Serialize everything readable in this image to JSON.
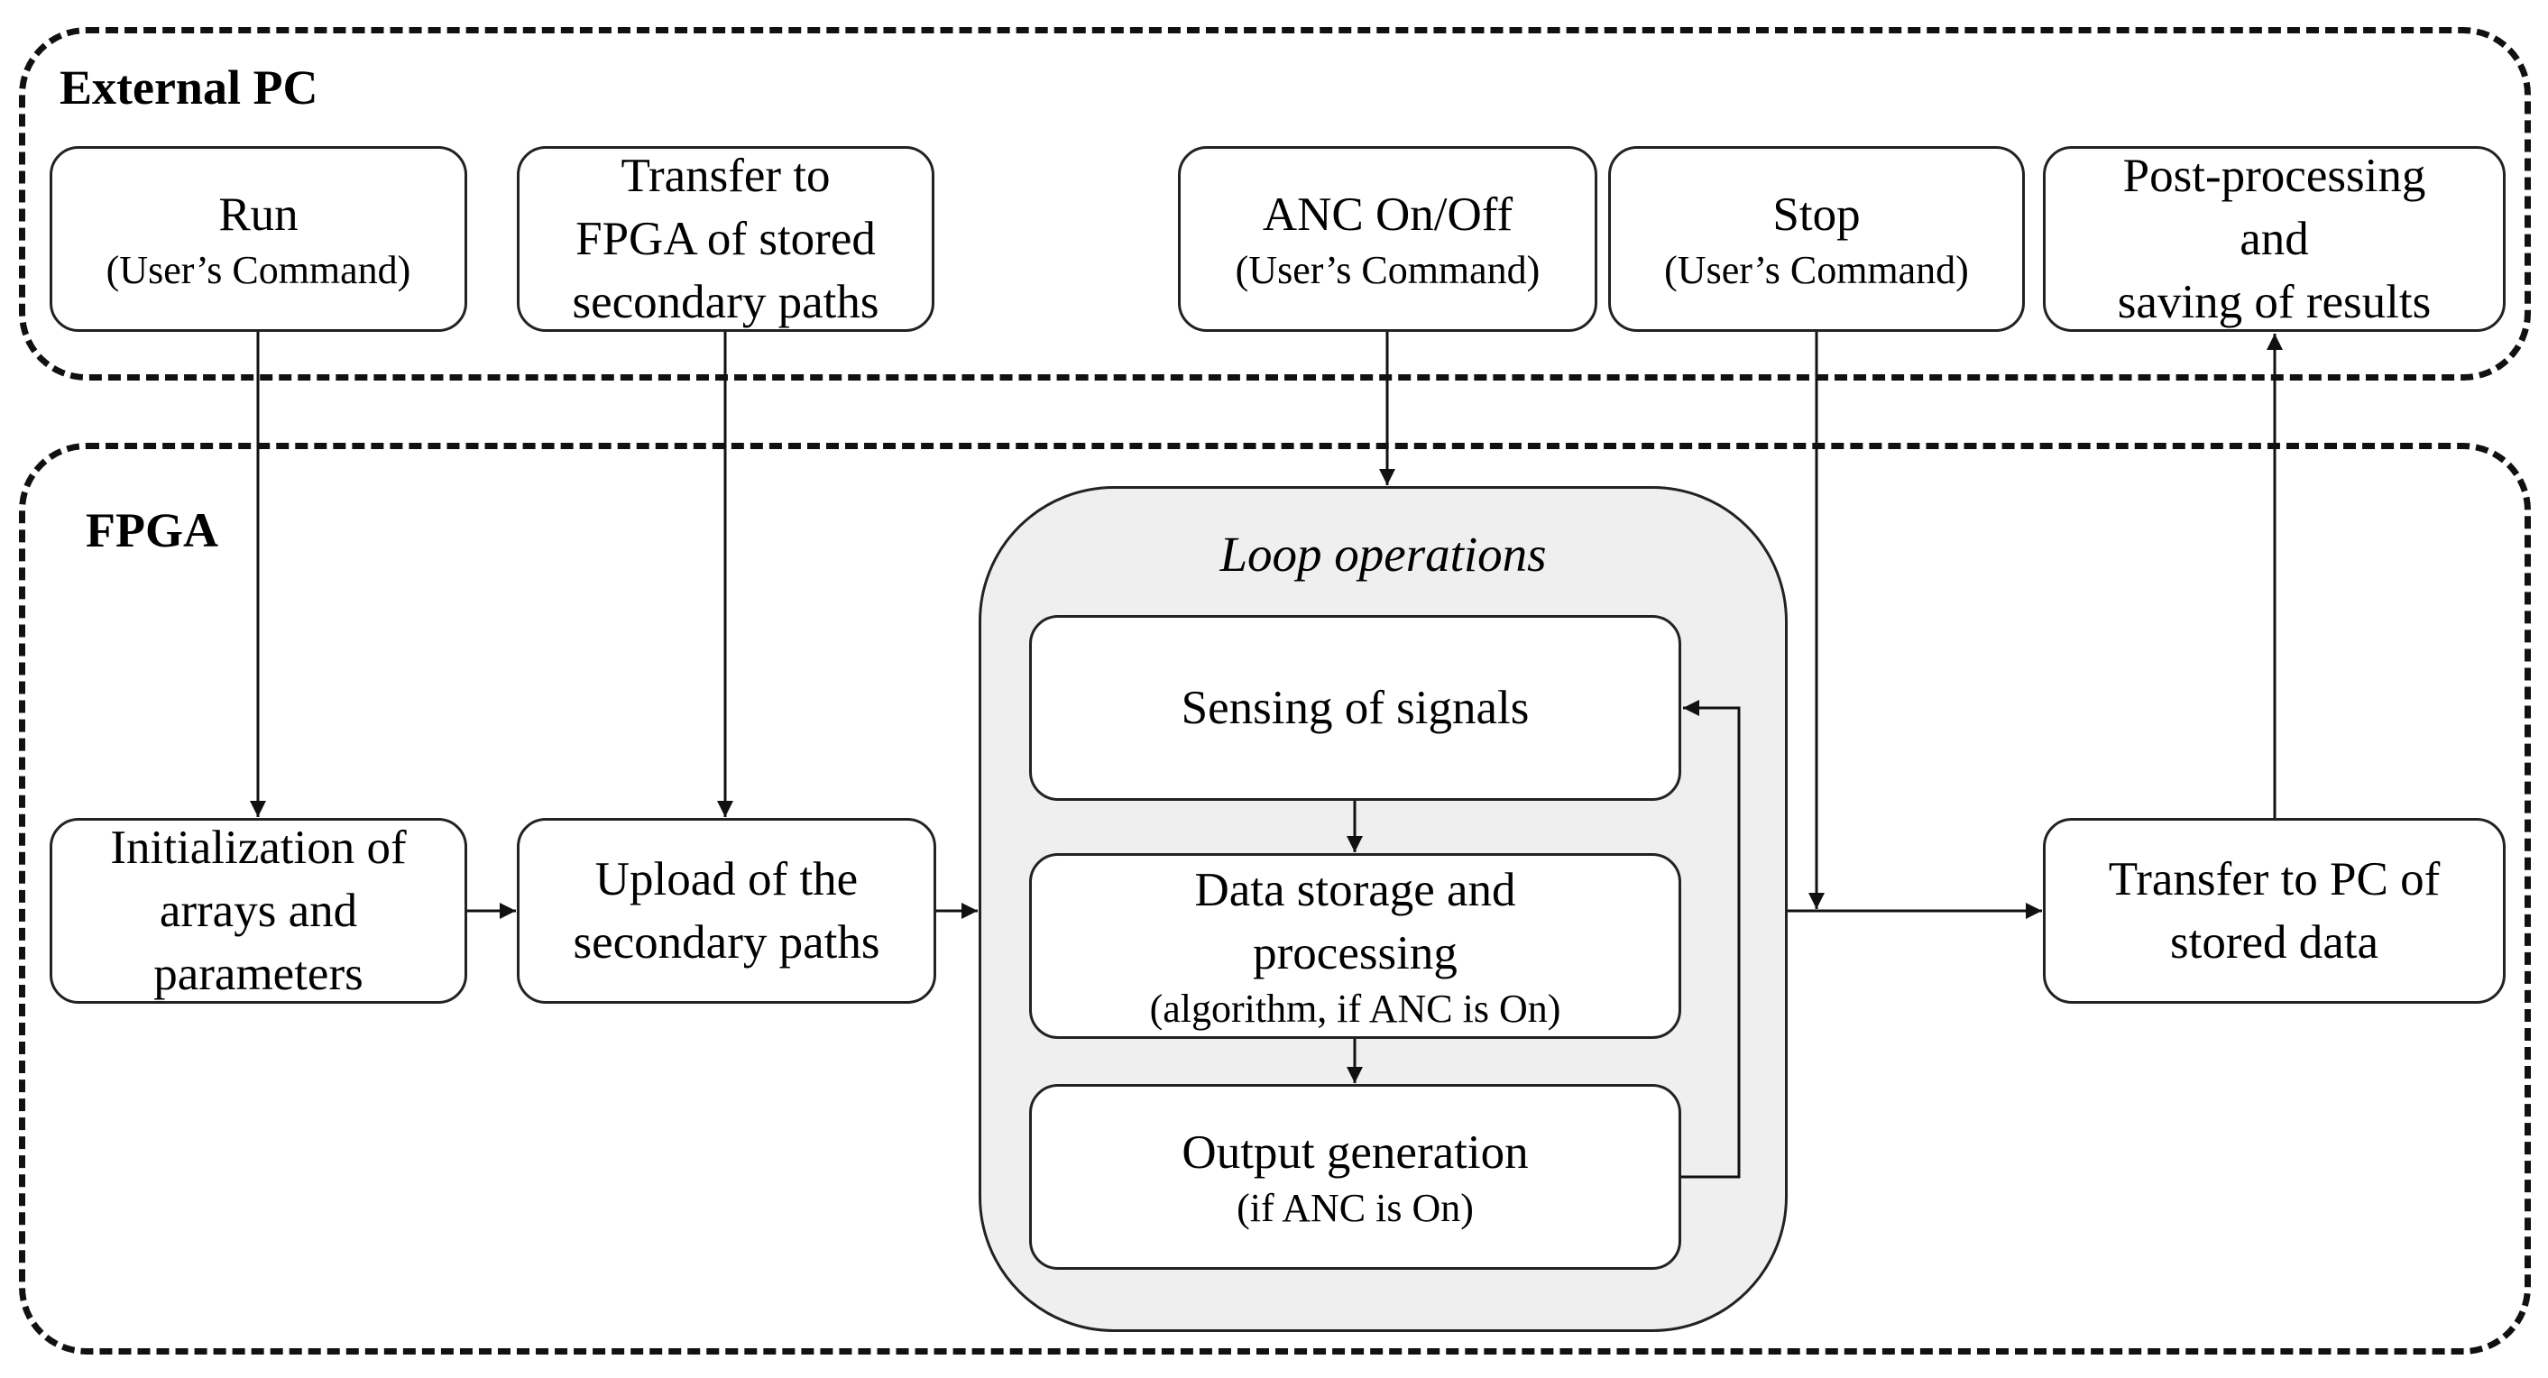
{
  "regions": {
    "external_pc": "External PC",
    "fpga": "FPGA"
  },
  "loop": {
    "title": "Loop operations"
  },
  "boxes": {
    "run": {
      "main": "Run",
      "sub": "(User’s Command)"
    },
    "transfer_fpga": {
      "main": "Transfer to\nFPGA of stored\nsecondary paths"
    },
    "anc": {
      "main": "ANC On/Off",
      "sub": "(User’s Command)"
    },
    "stop": {
      "main": "Stop",
      "sub": "(User’s Command)"
    },
    "post": {
      "main": "Post-processing\nand\nsaving of results"
    },
    "init": {
      "main": "Initialization of\narrays and\nparameters"
    },
    "upload": {
      "main": "Upload of the\nsecondary paths"
    },
    "sensing": {
      "main": "Sensing of signals"
    },
    "storage": {
      "main": "Data storage and\nprocessing",
      "sub": "(algorithm, if ANC is On)"
    },
    "output": {
      "main": "Output generation",
      "sub": "(if ANC is On)"
    },
    "transfer_pc": {
      "main": "Transfer to PC of\nstored data"
    }
  }
}
